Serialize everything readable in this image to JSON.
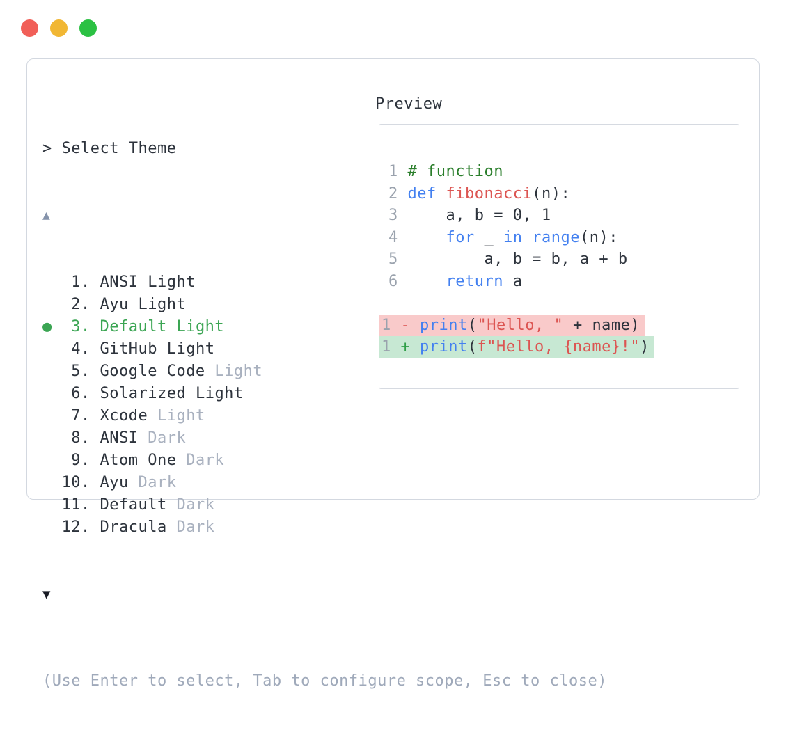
{
  "colors": {
    "traffic_close": "#f15f58",
    "traffic_minimize": "#f1b734",
    "traffic_zoom": "#2bc143",
    "text_dark": "#2d333c",
    "text_muted": "#a9b1bf",
    "help_text": "#9fa9ba",
    "scroll_up_arrow": "#8593ab",
    "scroll_down_arrow": "#181b24",
    "selection_green": "#3ba553",
    "syntax_comment": "#2a7e2b",
    "syntax_keyword": "#4380f0",
    "syntax_func_and_string": "#dc5552",
    "diff_removed_bg": "#f9caca",
    "diff_added_bg": "#c7e8d3",
    "diff_plus": "#2e9e47",
    "diff_minus": "#dc5552",
    "line_number": "#9aa2ad",
    "panel_border": "#d3d8e0"
  },
  "prompt": "> Select Theme",
  "scroll_up": "▲",
  "scroll_down": "▼",
  "bullet_glyph": "●",
  "theme_list": {
    "items": [
      {
        "number": "1",
        "name": "ANSI",
        "variant": "Light",
        "variant_muted": false,
        "selected": false
      },
      {
        "number": "2",
        "name": "Ayu",
        "variant": "Light",
        "variant_muted": false,
        "selected": false
      },
      {
        "number": "3",
        "name": "Default",
        "variant": "Light",
        "variant_muted": false,
        "selected": true
      },
      {
        "number": "4",
        "name": "GitHub",
        "variant": "Light",
        "variant_muted": false,
        "selected": false
      },
      {
        "number": "5",
        "name": "Google Code",
        "variant": "Light",
        "variant_muted": true,
        "selected": false
      },
      {
        "number": "6",
        "name": "Solarized",
        "variant": "Light",
        "variant_muted": false,
        "selected": false
      },
      {
        "number": "7",
        "name": "Xcode",
        "variant": "Light",
        "variant_muted": true,
        "selected": false
      },
      {
        "number": "8",
        "name": "ANSI",
        "variant": "Dark",
        "variant_muted": true,
        "selected": false
      },
      {
        "number": "9",
        "name": "Atom One",
        "variant": "Dark",
        "variant_muted": true,
        "selected": false
      },
      {
        "number": "10",
        "name": "Ayu",
        "variant": "Dark",
        "variant_muted": true,
        "selected": false
      },
      {
        "number": "11",
        "name": "Default",
        "variant": "Dark",
        "variant_muted": true,
        "selected": false
      },
      {
        "number": "12",
        "name": "Dracula",
        "variant": "Dark",
        "variant_muted": true,
        "selected": false
      }
    ]
  },
  "help_text": "(Use Enter to select, Tab to configure scope, Esc to close)",
  "preview": {
    "title": "Preview",
    "code_lines": [
      {
        "number": "1",
        "tokens": [
          [
            "comment",
            "# function"
          ]
        ]
      },
      {
        "number": "2",
        "tokens": [
          [
            "keyword",
            "def"
          ],
          [
            "plain",
            " "
          ],
          [
            "func",
            "fibonacci"
          ],
          [
            "plain",
            "(n):"
          ]
        ]
      },
      {
        "number": "3",
        "tokens": [
          [
            "plain",
            "    a, b = 0, 1"
          ]
        ]
      },
      {
        "number": "4",
        "tokens": [
          [
            "plain",
            "    "
          ],
          [
            "keyword",
            "for"
          ],
          [
            "plain",
            " _ "
          ],
          [
            "keyword",
            "in"
          ],
          [
            "plain",
            " "
          ],
          [
            "keyword",
            "range"
          ],
          [
            "plain",
            "(n):"
          ]
        ]
      },
      {
        "number": "5",
        "tokens": [
          [
            "plain",
            "        a, b = b, a + b"
          ]
        ]
      },
      {
        "number": "6",
        "tokens": [
          [
            "plain",
            "    "
          ],
          [
            "keyword",
            "return"
          ],
          [
            "plain",
            " a"
          ]
        ]
      },
      {
        "number": "",
        "tokens": []
      },
      {
        "number": "1",
        "diff": "removed",
        "sign": "-",
        "tokens": [
          [
            "keyword",
            "print"
          ],
          [
            "plain",
            "("
          ],
          [
            "string",
            "\"Hello, \""
          ],
          [
            "plain",
            " + name)"
          ]
        ]
      },
      {
        "number": "1",
        "diff": "added",
        "sign": "+",
        "tokens": [
          [
            "keyword",
            "print"
          ],
          [
            "plain",
            "("
          ],
          [
            "string",
            "f\"Hello, {name}!\""
          ],
          [
            "plain",
            ")"
          ]
        ]
      }
    ]
  }
}
